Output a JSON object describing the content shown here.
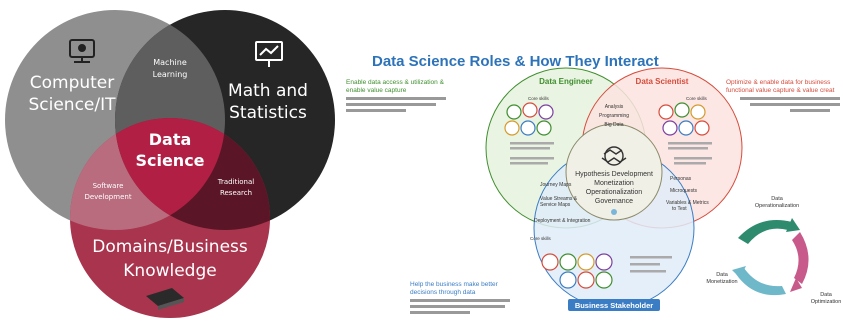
{
  "venn": {
    "cs_line1": "Computer",
    "cs_line2": "Science/IT",
    "math_line1": "Math and",
    "math_line2": "Statistics",
    "domain_line1": "Domains/Business",
    "domain_line2": "Knowledge",
    "ml_line1": "Machine",
    "ml_line2": "Learning",
    "sw_line1": "Software",
    "sw_line2": "Development",
    "tr_line1": "Traditional",
    "tr_line2": "Research",
    "ds_line1": "Data",
    "ds_line2": "Science"
  },
  "roles": {
    "title": "Data Science Roles & How They Interact",
    "engineer": "Data Engineer",
    "scientist": "Data Scientist",
    "stakeholder": "Business Stakeholder",
    "left_goal_1": "Enable data access & utilization &",
    "left_goal_2": "enable value capture",
    "right_goal_1": "Optimize & enable data for business",
    "right_goal_2": "functional value capture & value creat",
    "bottom_goal_1": "Help the business make better",
    "bottom_goal_2": "decisions through data",
    "core_skills": "Core skills",
    "center_1": "Hypothesis Development",
    "center_2": "Monetization",
    "center_3": "Operationalization",
    "center_4": "Governance",
    "analysis": "Analysis",
    "programming": "Programming",
    "big_data": "Big Data",
    "journey_maps": "Journey Maps",
    "value_streams_1": "Value Streams &",
    "value_streams_2": "Service Maps",
    "deployment": "Deployment & Integration",
    "personas": "Personas",
    "microquests": "Microquests",
    "variables_1": "Variables & Metrics",
    "variables_2": "to Test",
    "cycle_1": "Data",
    "cycle_1b": "Operationalization",
    "cycle_2": "Data",
    "cycle_2b": "Monetization",
    "cycle_3": "Data",
    "cycle_3b": "Optimization"
  },
  "colors": {
    "cs_circle": "#8f8f8f",
    "math_circle": "#262626",
    "domain_circle": "#a8344e",
    "title_blue": "#2d73b9",
    "engineer_green": "#3f8f2f",
    "scientist_red": "#d64c3c",
    "stakeholder_blue": "#3b7dc4"
  }
}
